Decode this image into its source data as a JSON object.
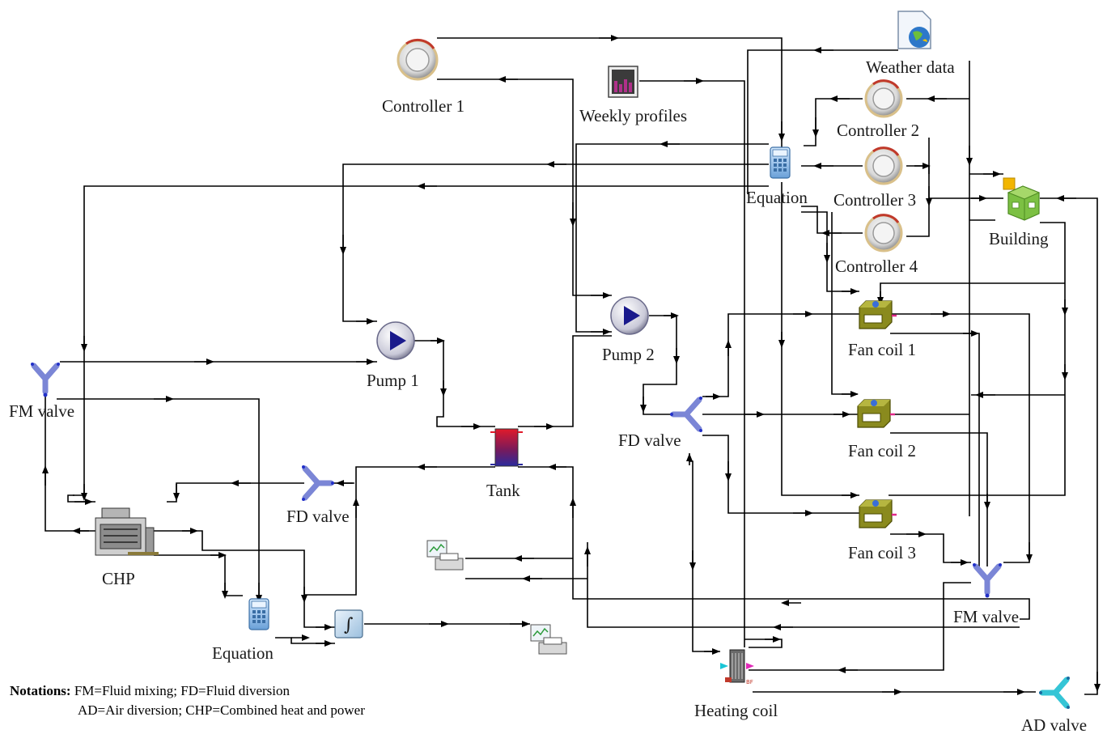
{
  "components": {
    "controller_1": "Controller 1",
    "weekly_profiles": "Weekly profiles",
    "weather_data": "Weather data",
    "controller_2": "Controller 2",
    "controller_3": "Controller 3",
    "controller_4": "Controller 4",
    "equation_top": "Equation",
    "building": "Building",
    "pump_1": "Pump 1",
    "pump_2": "Pump 2",
    "tank": "Tank",
    "fd_valve_left": "FD valve",
    "fd_valve_mid": "FD valve",
    "fm_valve_left": "FM valve",
    "fm_valve_right": "FM valve",
    "fan_coil_1": "Fan coil 1",
    "fan_coil_2": "Fan coil 2",
    "fan_coil_3": "Fan coil 3",
    "chp": "CHP",
    "equation_bottom": "Equation",
    "heating_coil": "Heating coil",
    "ad_valve": "AD valve"
  },
  "notations": {
    "heading": "Notations:",
    "line1": "FM=Fluid mixing; FD=Fluid diversion",
    "line2": "AD=Air diversion; CHP=Combined heat and power"
  },
  "colors": {
    "line": "#000000",
    "valve": "#7b86d6",
    "pump": "#1a1a8c",
    "building_top": "#f2b600",
    "building_body": "#7cc043",
    "fan_coil": "#8a8a1e",
    "ad_valve": "#35c5d6",
    "tank_top": "#e11a2a",
    "tank_bottom": "#2a2a9e"
  }
}
